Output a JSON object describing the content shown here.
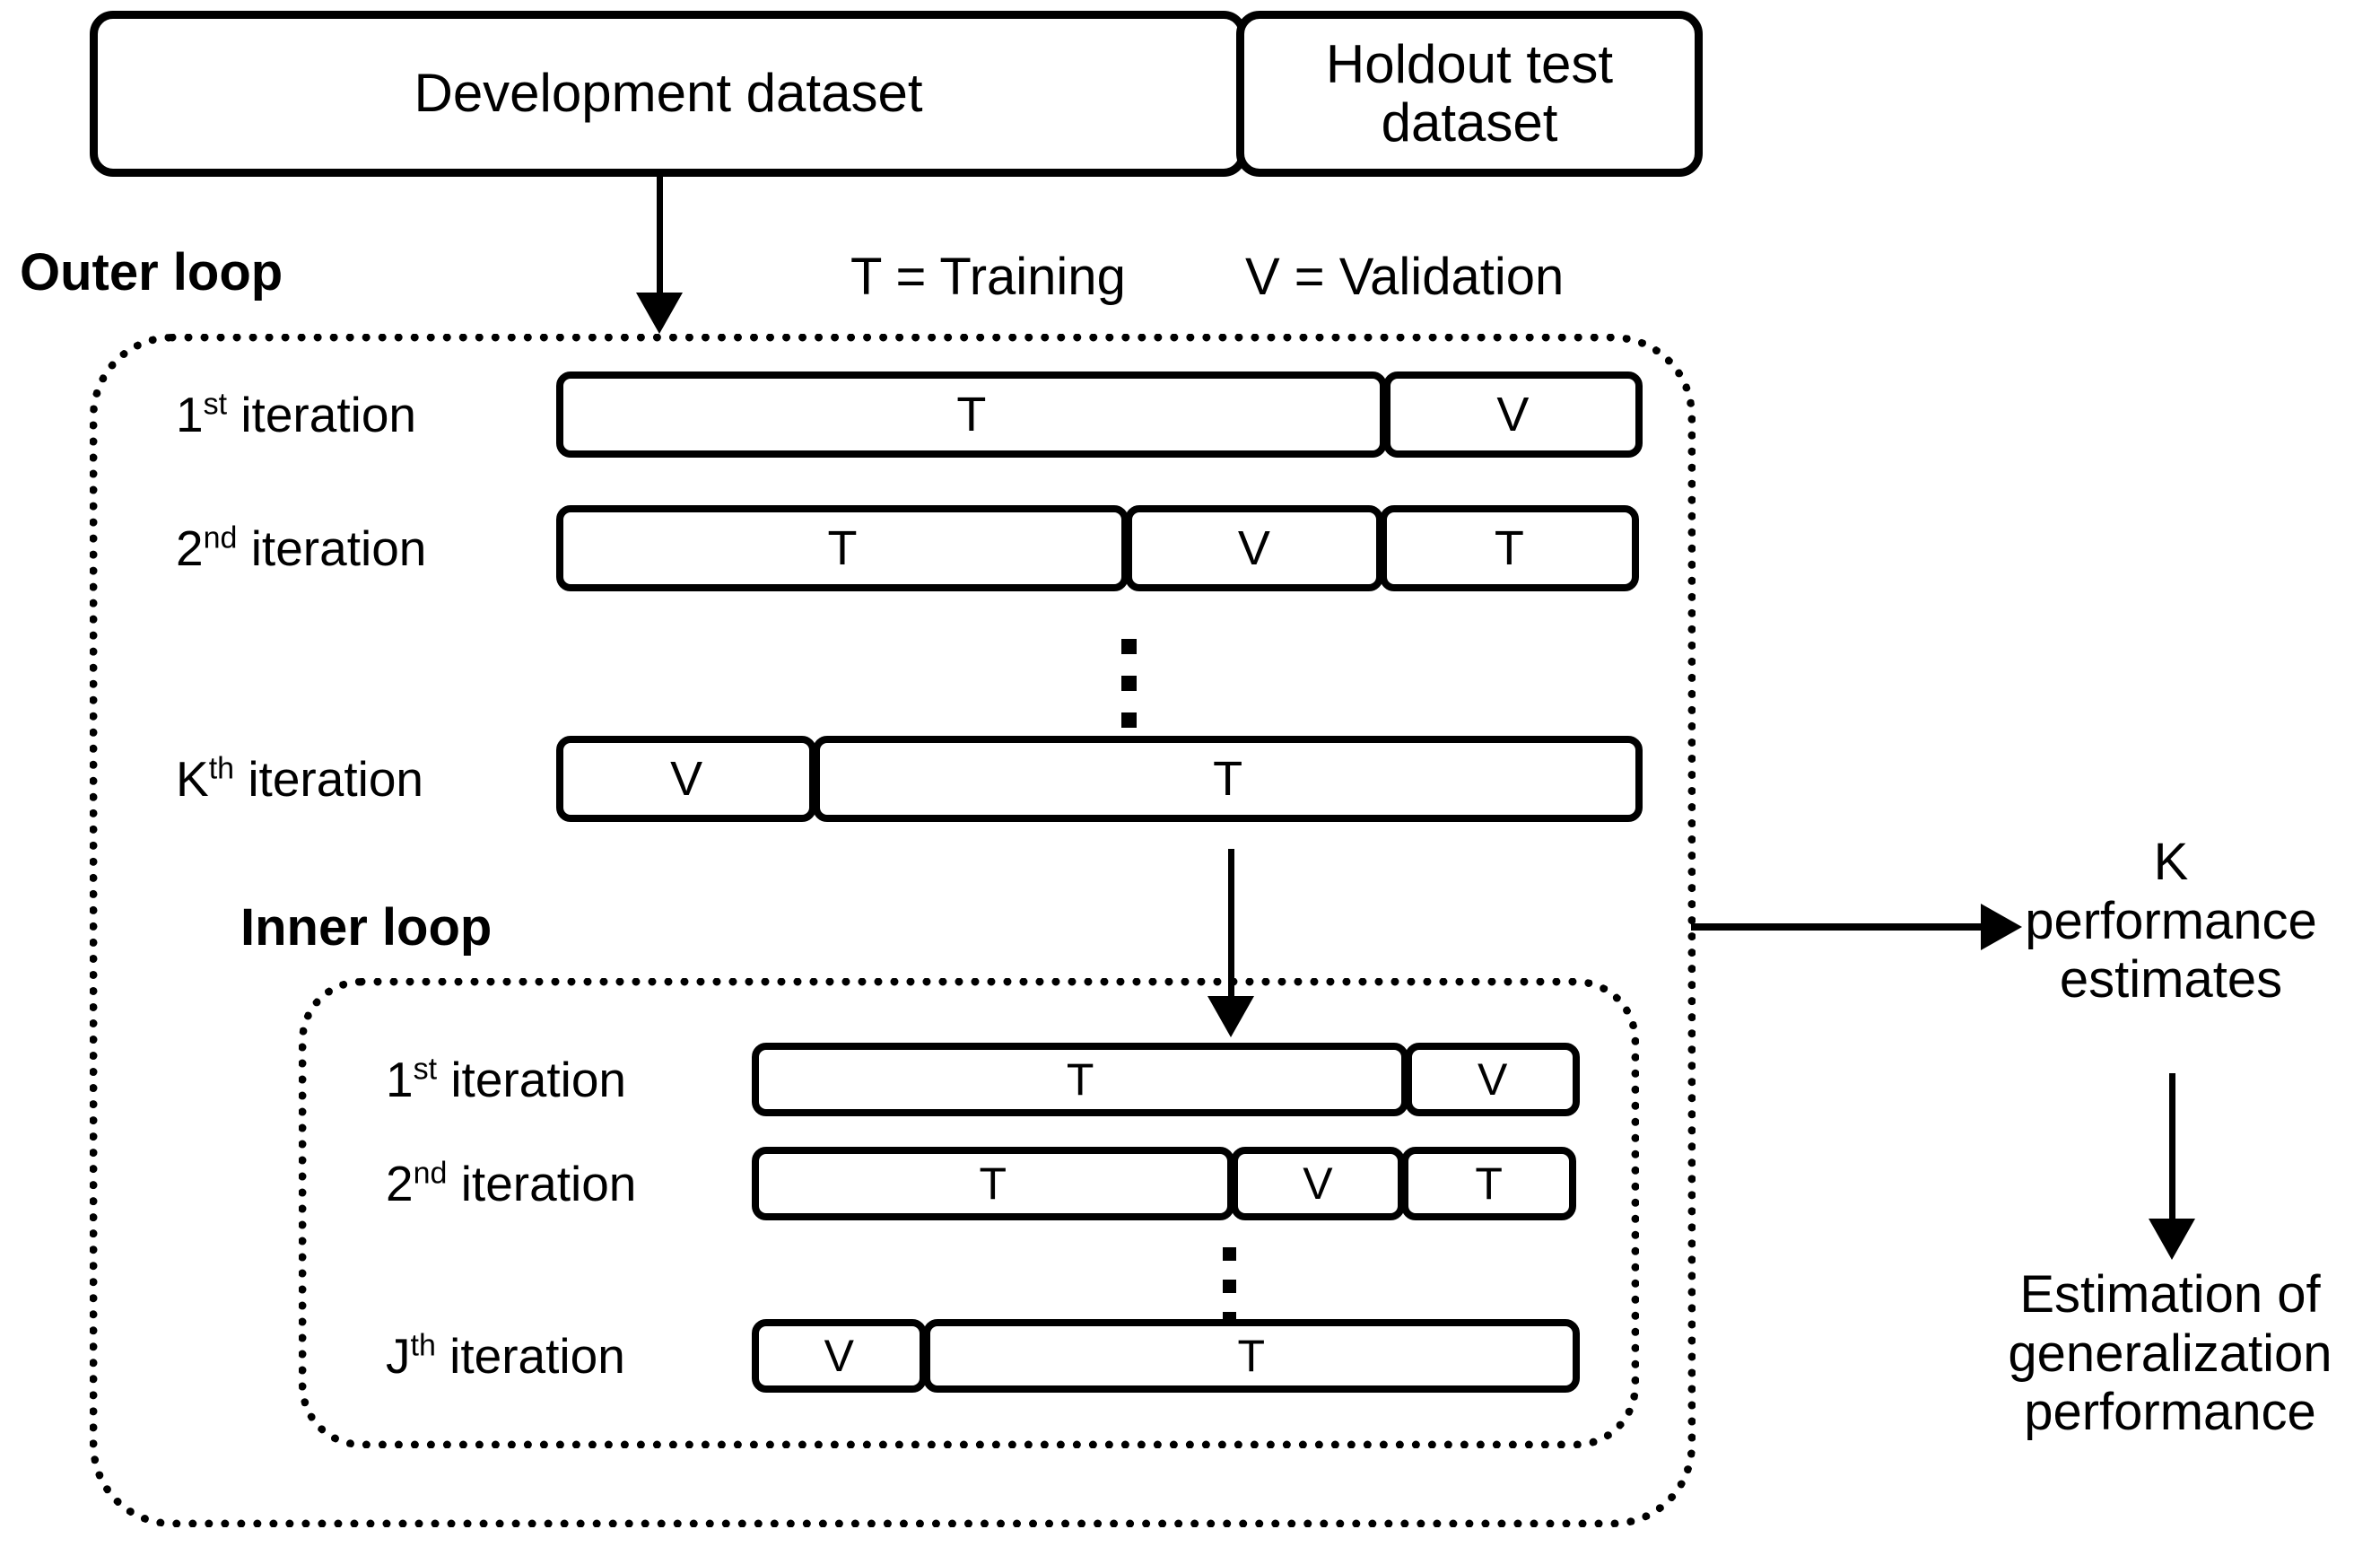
{
  "title": "Nested cross-validation schematic",
  "top_boxes": {
    "development": "Development dataset",
    "holdout_line1": "Holdout test",
    "holdout_line2": "dataset"
  },
  "labels": {
    "outer_loop": "Outer loop",
    "inner_loop": "Inner loop"
  },
  "legend": {
    "training": "T = Training",
    "validation": "V = Validation"
  },
  "outer_loop": {
    "rows": [
      {
        "label_main": "1",
        "label_sup": "st",
        "label_rest": " iteration",
        "segments": [
          {
            "text": "T",
            "width_pct": 76.2
          },
          {
            "text": "V",
            "width_pct": 23.8
          }
        ]
      },
      {
        "label_main": "2",
        "label_sup": "nd",
        "label_rest": " iteration",
        "segments": [
          {
            "text": "T",
            "width_pct": 52.5
          },
          {
            "text": "V",
            "width_pct": 23.7
          },
          {
            "text": "T",
            "width_pct": 23.8
          }
        ]
      },
      {
        "label_main": "K",
        "label_sup": "th",
        "label_rest": " iteration",
        "segments": [
          {
            "text": "V",
            "width_pct": 23.9
          },
          {
            "text": "T",
            "width_pct": 76.1
          }
        ]
      }
    ],
    "ellipsis": "⋮"
  },
  "inner_loop": {
    "rows": [
      {
        "label_main": "1",
        "label_sup": "st",
        "label_rest": " iteration",
        "segments": [
          {
            "text": "T",
            "width_pct": 79.0
          },
          {
            "text": "V",
            "width_pct": 21.0
          }
        ]
      },
      {
        "label_main": "2",
        "label_sup": "nd",
        "label_rest": " iteration",
        "segments": [
          {
            "text": "T",
            "width_pct": 58.0
          },
          {
            "text": "V",
            "width_pct": 21.0
          },
          {
            "text": "T",
            "width_pct": 21.0
          }
        ]
      },
      {
        "label_main": "J",
        "label_sup": "th",
        "label_rest": " iteration",
        "segments": [
          {
            "text": "V",
            "width_pct": 21.0
          },
          {
            "text": "T",
            "width_pct": 79.0
          }
        ]
      }
    ],
    "ellipsis": "⋮"
  },
  "outputs": {
    "k_performance_line1": "K",
    "k_performance_line2": "performance",
    "k_performance_line3": "estimates",
    "estimation_line1": "Estimation of",
    "estimation_line2": "generalization",
    "estimation_line3": "performance"
  },
  "colors": {
    "stroke": "#000000",
    "background": "#ffffff"
  }
}
